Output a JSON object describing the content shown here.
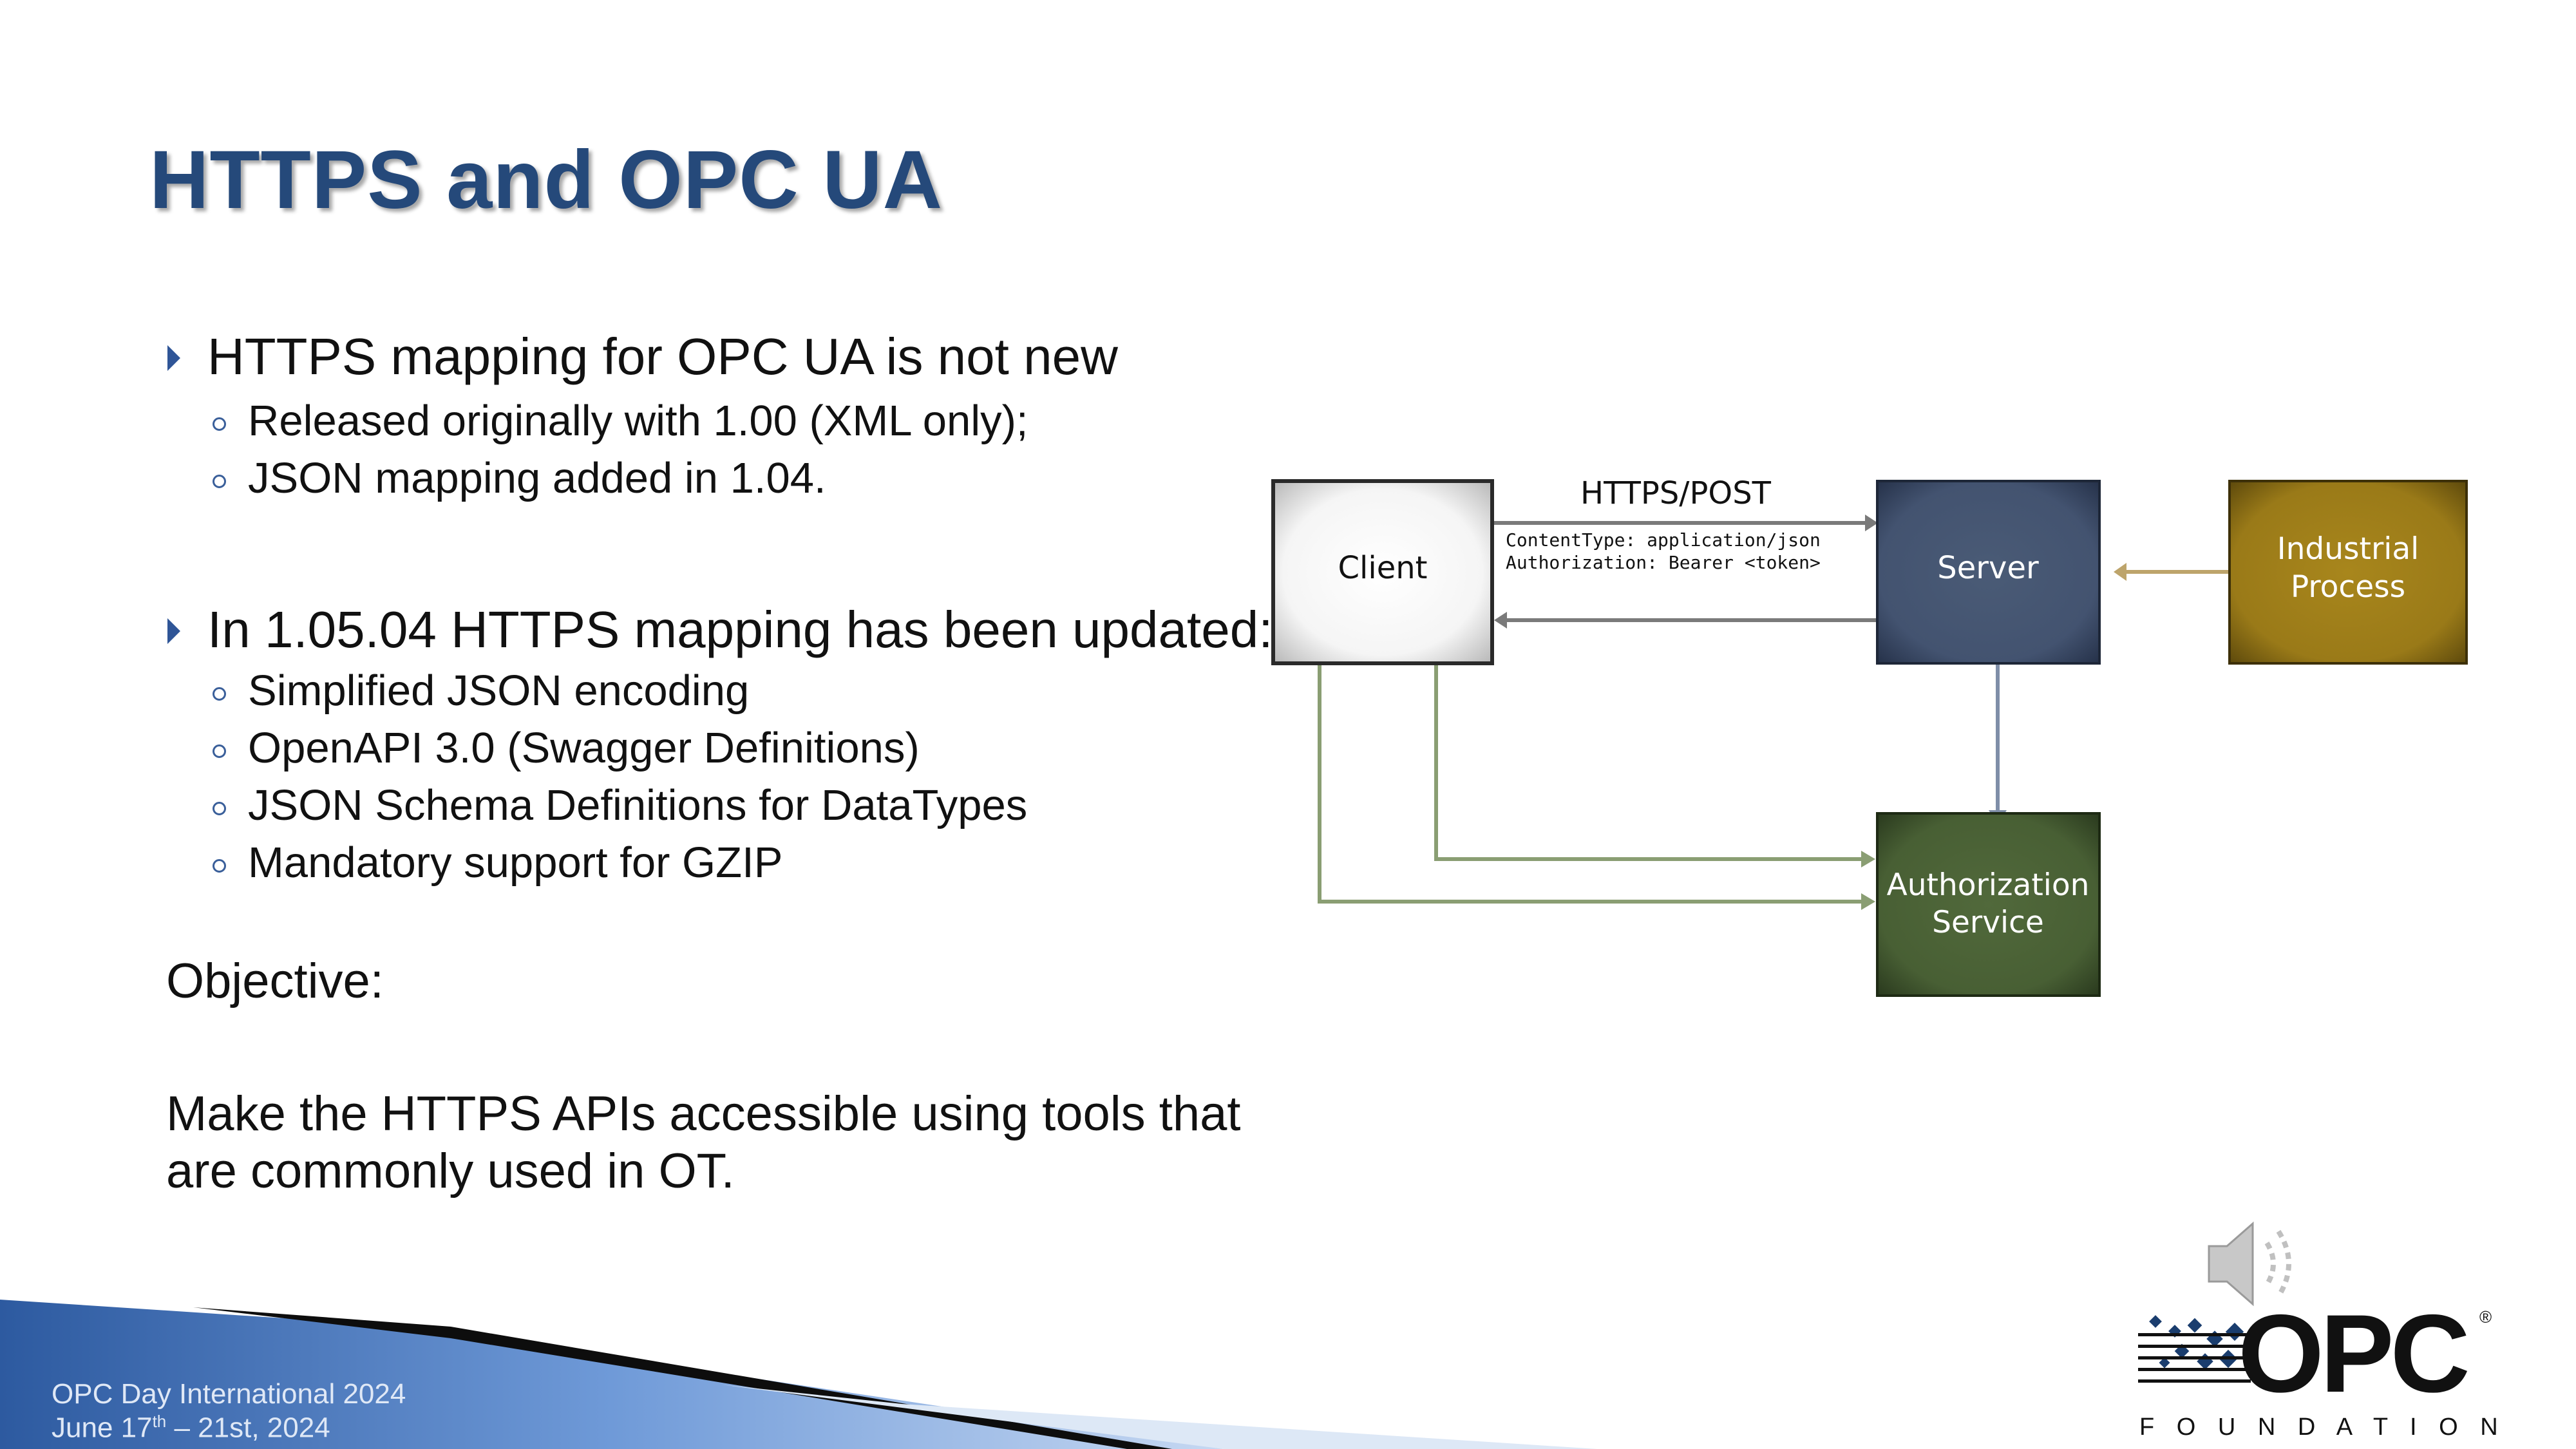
{
  "slide": {
    "title": "HTTPS and OPC UA",
    "bullets": [
      {
        "text": "HTTPS mapping for OPC UA is not new",
        "subs": [
          "Released originally with 1.00 (XML only);",
          "JSON mapping added in 1.04."
        ]
      },
      {
        "text": "In 1.05.04 HTTPS mapping has been updated:",
        "subs": [
          "Simplified JSON encoding",
          "OpenAPI 3.0 (Swagger Definitions)",
          "JSON Schema Definitions for DataTypes",
          "Mandatory support for GZIP"
        ]
      }
    ],
    "objective_label": "Objective:",
    "objective_lines": [
      "Make the HTTPS APIs accessible using tools that",
      "are commonly used in OT."
    ]
  },
  "diagram": {
    "client": "Client",
    "server": "Server",
    "industrial_process": [
      "Industrial",
      "Process"
    ],
    "authorization_service": [
      "Authorization",
      "Service"
    ],
    "protocol_label": "HTTPS/POST",
    "headers": [
      "ContentType: application/json",
      "Authorization: Bearer <token>"
    ],
    "colors": {
      "server": "#44546a",
      "industrial": "#9c7c1a",
      "authorization": "#4a6336",
      "green_arrow": "#8a9e73",
      "gray_arrow": "#7a7a7a",
      "blue_arrow": "#7f8ea8",
      "gold_arrow": "#bda46b"
    }
  },
  "footer": {
    "event": "OPC Day International 2024",
    "date_prefix": "June 17",
    "date_sup": "th",
    "date_suffix": " – 21st, 2024"
  },
  "logo": {
    "text": "OPC",
    "registered": "®",
    "subtitle": "F O U N D A T I O N"
  },
  "icons": {
    "speaker": "speaker-icon",
    "bullet_primary": "triangle-bullet-icon",
    "bullet_secondary": "circle-bullet-icon"
  }
}
